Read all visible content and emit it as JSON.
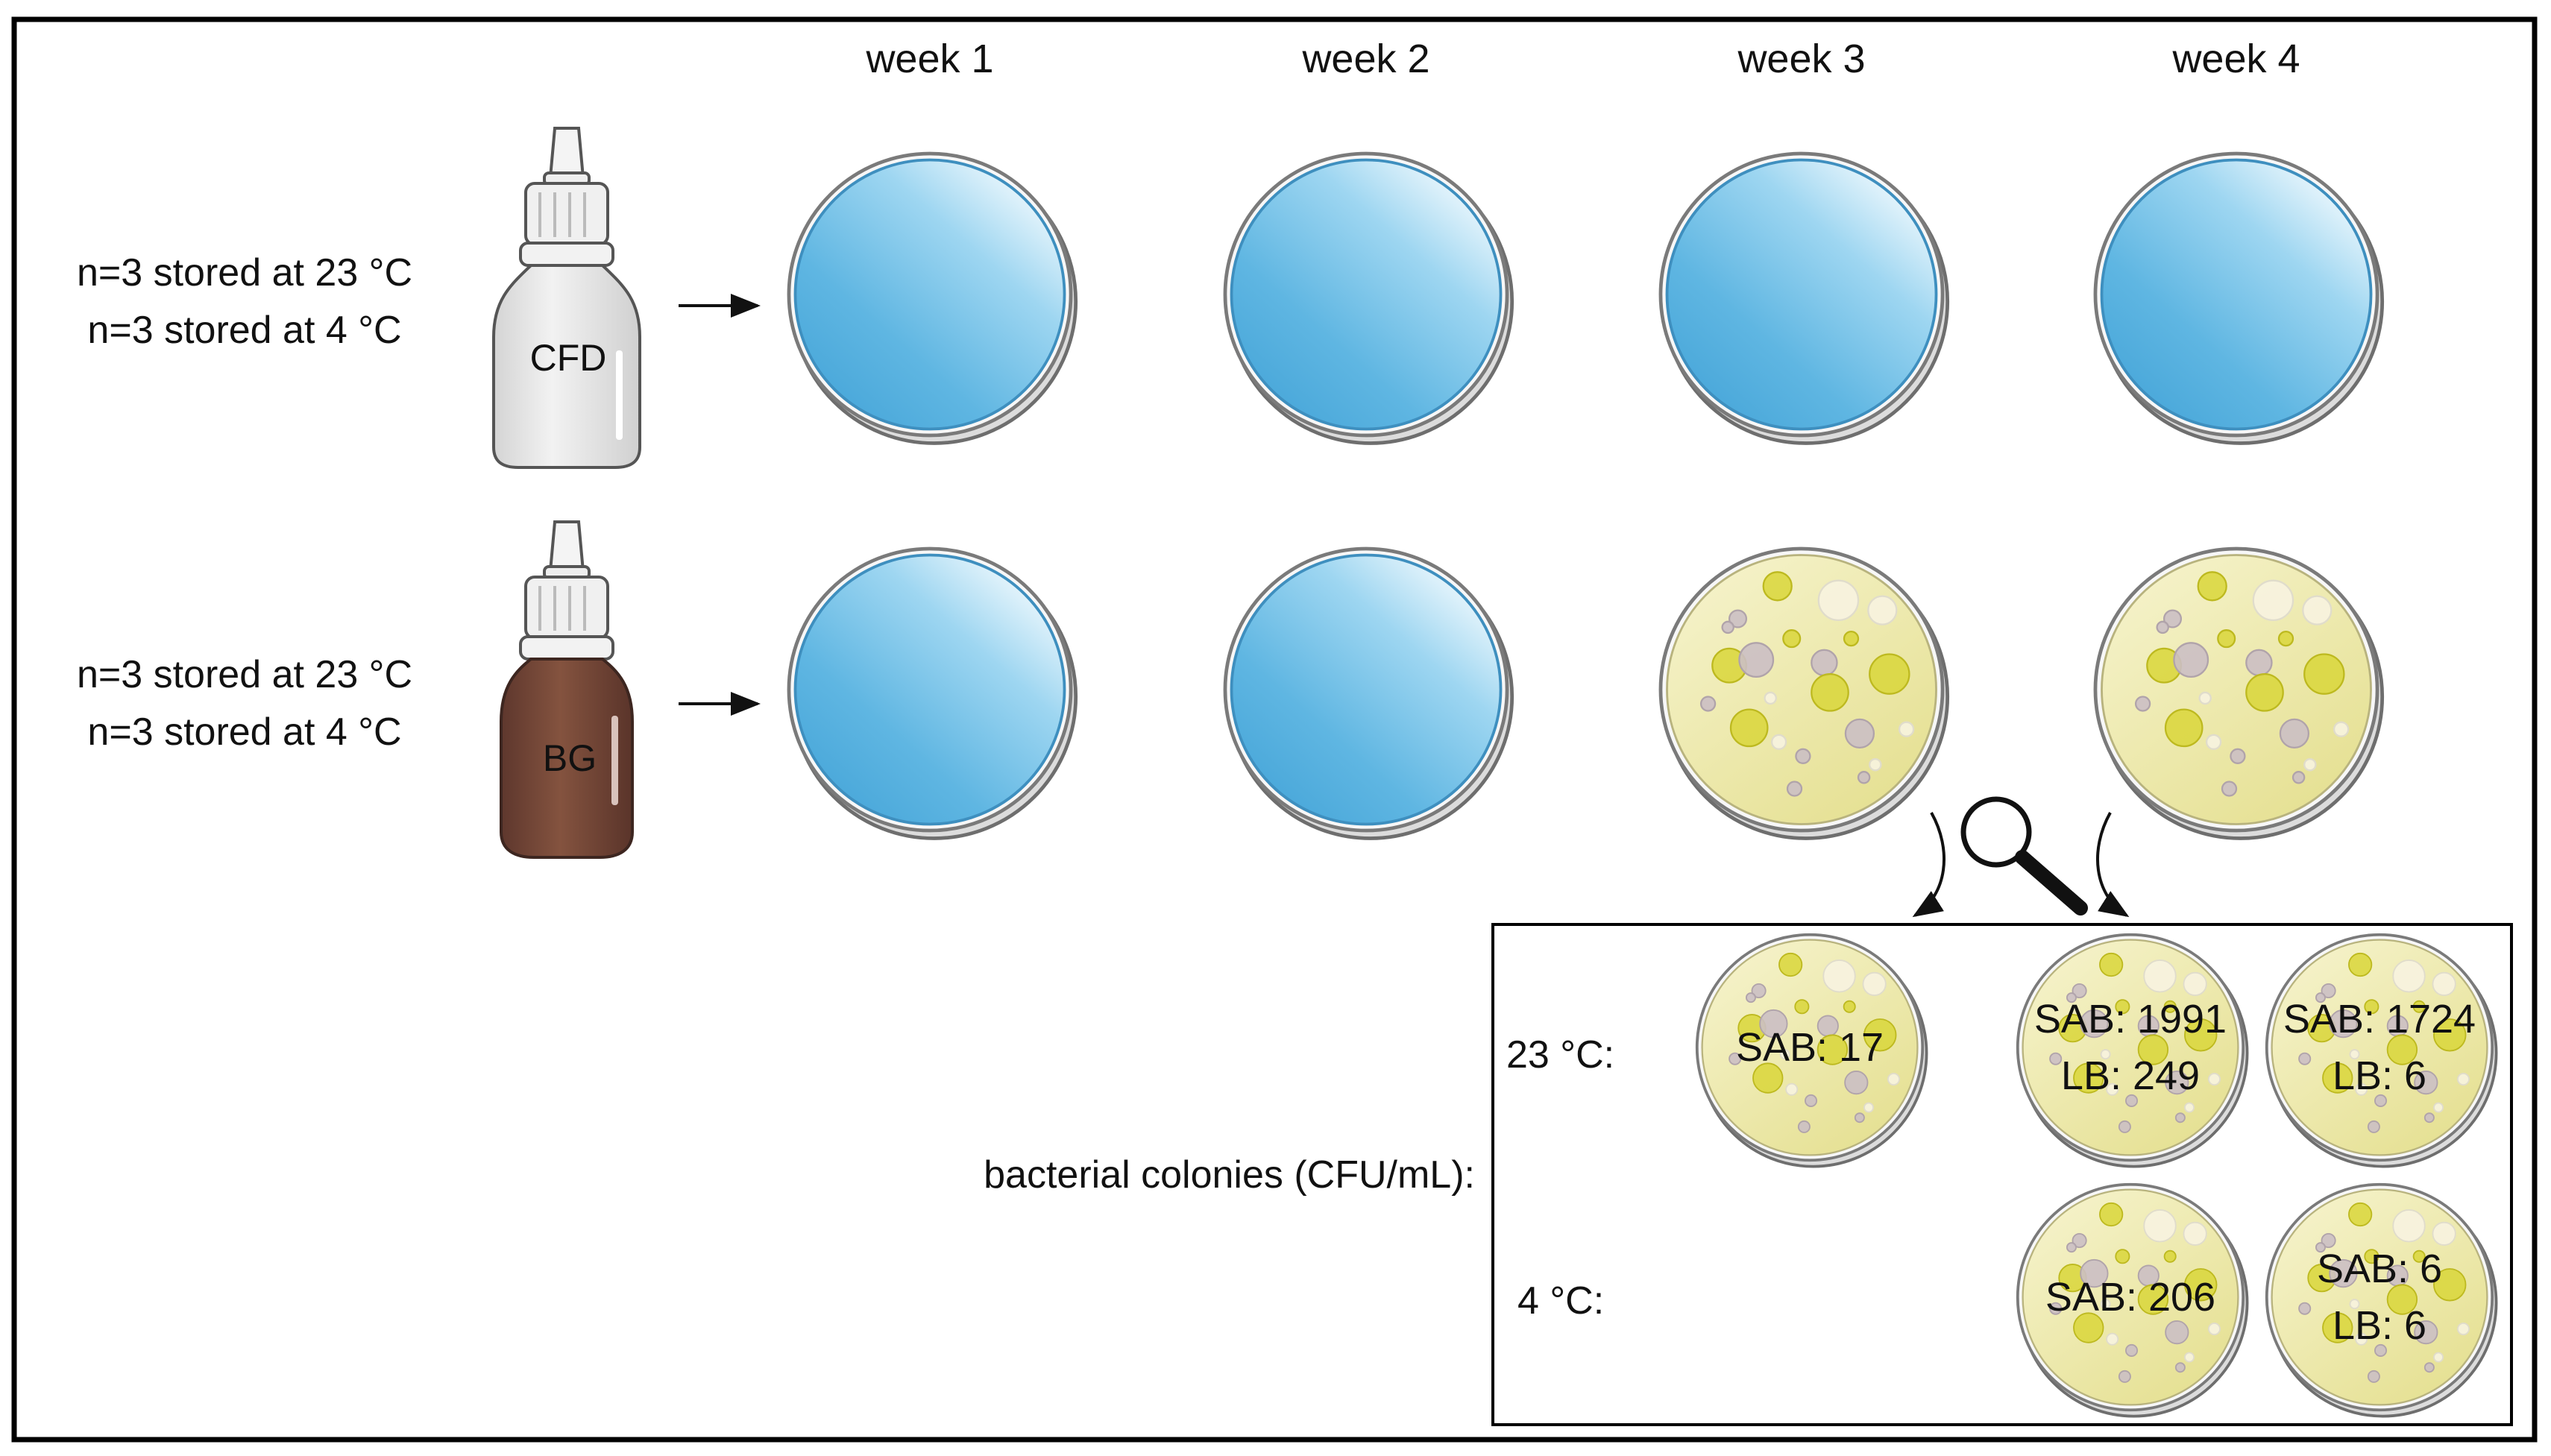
{
  "columns": [
    "week 1",
    "week 2",
    "week 3",
    "week 4"
  ],
  "rows": [
    {
      "bottle_label": "CFD",
      "conditions": [
        "n=3 stored at 23 °C",
        "n=3 stored at 4 °C"
      ],
      "plate_states": [
        "clean",
        "clean",
        "clean",
        "clean"
      ]
    },
    {
      "bottle_label": "BG",
      "conditions": [
        "n=3 stored at 23 °C",
        "n=3 stored at 4 °C"
      ],
      "plate_states": [
        "clean",
        "clean",
        "contaminated",
        "contaminated"
      ]
    }
  ],
  "results": {
    "caption": "bacterial colonies (CFU/mL):",
    "row_labels": [
      "23 °C:",
      "4 °C:"
    ],
    "plates": [
      {
        "week": "week 3",
        "temperature": "23 °C",
        "lines": [
          "SAB: 17"
        ]
      },
      {
        "week": "week 4",
        "temperature": "23 °C",
        "lines": [
          "SAB: 1991",
          "LB: 249"
        ]
      },
      {
        "week": "week 4",
        "temperature": "23 °C",
        "lines": [
          "SAB: 1724",
          "LB: 6"
        ]
      },
      {
        "week": "week 4",
        "temperature": "4 °C",
        "lines": [
          "SAB: 206"
        ]
      },
      {
        "week": "week 4",
        "temperature": "4 °C",
        "lines": [
          "SAB: 6",
          "LB: 6"
        ]
      }
    ]
  },
  "icons": {
    "magnifier": "magnifier-icon",
    "bottle": "dropper-bottle-icon",
    "plate": "petri-dish-icon"
  },
  "colors": {
    "clean_plate": "#6fc0e6",
    "contaminated_plate": "#eeeaa8",
    "yellow_colony": "#d9d63a",
    "gray_colony": "#cbbfc4",
    "cfd_bottle": "#ececec",
    "bg_bottle": "#7a4a3d",
    "frame": "#000000"
  }
}
